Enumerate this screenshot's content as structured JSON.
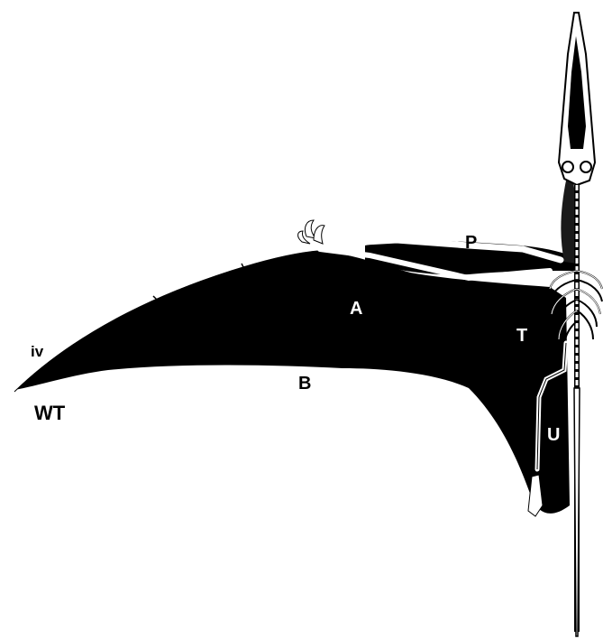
{
  "labels": {
    "proximal": "P",
    "aspect": "A",
    "trailing": "T",
    "uropatagium": "U",
    "trailing_edge": "B",
    "wing_tip": "WT",
    "digit_iv": "iv"
  },
  "colors": {
    "membrane": "#000000",
    "bone": "#ffffff",
    "outline": "#000000",
    "background": "#ffffff"
  }
}
